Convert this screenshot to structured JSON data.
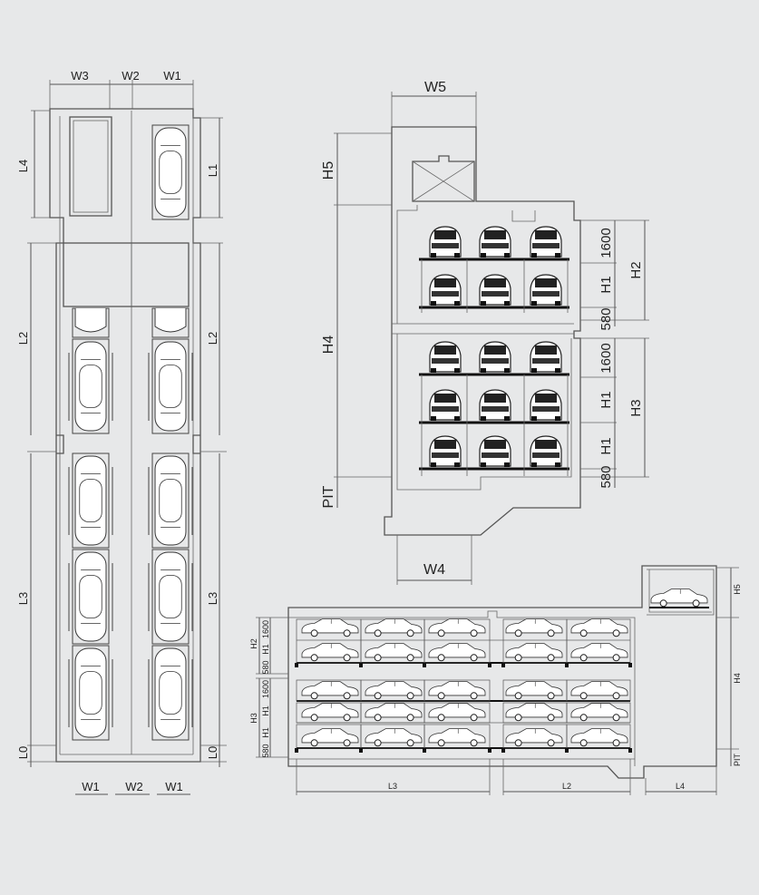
{
  "plan_view": {
    "top_labels": {
      "w3": "W3",
      "w2": "W2",
      "w1": "W1"
    },
    "bottom_labels": {
      "w1a": "W1",
      "w2": "W2",
      "w1b": "W1"
    },
    "left_labels": {
      "l4": "L4",
      "l2": "L2",
      "l3": "L3",
      "l0": "L0"
    },
    "right_labels": {
      "l1": "L1",
      "l2": "L2",
      "l3": "L3",
      "l0": "L0"
    }
  },
  "section_view": {
    "w5": "W5",
    "w4": "W4",
    "h5": "H5",
    "h4": "H4",
    "pit": "PIT",
    "upper_dims": {
      "d1600": "1600",
      "h1": "H1",
      "d580": "580",
      "h2": "H2"
    },
    "lower_dims": {
      "d1600": "1600",
      "h1a": "H1",
      "h1b": "H1",
      "d580": "580",
      "h3": "H3"
    }
  },
  "elevation_view": {
    "upper_dims": {
      "h2": "H2",
      "d1600": "1600",
      "h1": "H1",
      "d580": "580"
    },
    "lower_dims": {
      "h3": "H3",
      "d1600": "1600",
      "h1a": "H1",
      "h1b": "H1",
      "d580": "580"
    },
    "right_dims": {
      "h5": "H5",
      "h4": "H4",
      "pit": "PIT"
    },
    "bottom_dims": {
      "l3": "L3",
      "l2": "L2",
      "l4": "L4"
    }
  }
}
